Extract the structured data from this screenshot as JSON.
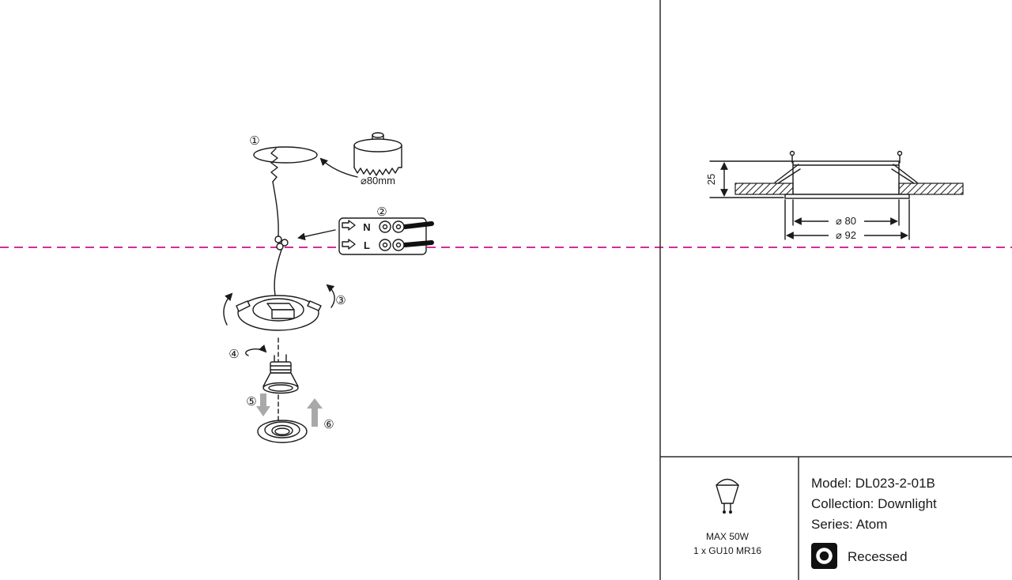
{
  "meta": {
    "accent_color": "#d12d9e",
    "line_color": "#1a1a1a",
    "gray_arrow_color": "#a9a9a9"
  },
  "install_steps": {
    "step1": "①",
    "step2": "②",
    "step3": "③",
    "step4": "④",
    "step5": "⑤",
    "step6": "⑥"
  },
  "left_diagram": {
    "hole_label": "⌀80mm",
    "terminal_n": "N",
    "terminal_l": "L"
  },
  "dimension_drawing": {
    "height": "25",
    "cutout_diameter": "⌀ 80",
    "outer_diameter": "⌀ 92"
  },
  "spec_panel": {
    "max_power": "MAX 50W",
    "lamp_type": "1 x GU10 MR16",
    "model": "Model: DL023-2-01B",
    "collection": "Collection: Downlight",
    "series": "Series: Atom",
    "mounting": "Recessed"
  }
}
